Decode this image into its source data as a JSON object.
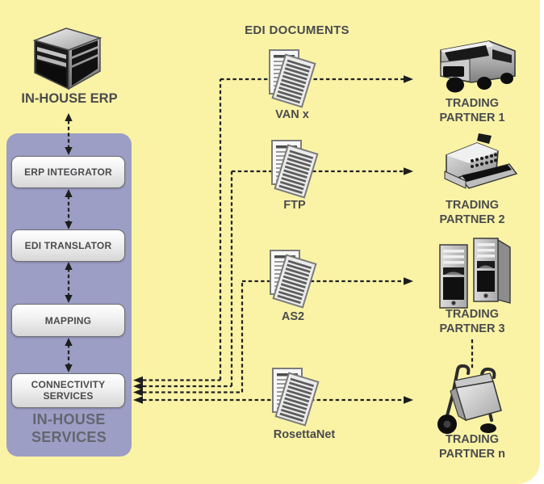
{
  "diagram": {
    "title": "EDI DOCUMENTS",
    "erp": {
      "label": "IN-HOUSE ERP",
      "icon": "office-building-icon"
    },
    "services_panel": {
      "label_line1": "IN-HOUSE",
      "label_line2": "SERVICES",
      "boxes": [
        {
          "label": "ERP INTEGRATOR"
        },
        {
          "label": "EDI TRANSLATOR"
        },
        {
          "label": "MAPPING"
        },
        {
          "label_line1": "CONNECTIVITY",
          "label_line2": "SERVICES"
        }
      ]
    },
    "documents": [
      {
        "label": "VAN x",
        "icon": "edi-documents-stack-icon"
      },
      {
        "label": "FTP",
        "icon": "edi-documents-stack-icon"
      },
      {
        "label": "AS2",
        "icon": "edi-documents-stack-icon"
      },
      {
        "label": "RosettaNet",
        "icon": "edi-documents-stack-icon"
      }
    ],
    "partners": [
      {
        "line1": "TRADING",
        "line2": "PARTNER 1",
        "icon": "delivery-truck-icon"
      },
      {
        "line1": "TRADING",
        "line2": "PARTNER 2",
        "icon": "cash-register-icon"
      },
      {
        "line1": "TRADING",
        "line2": "PARTNER 3",
        "icon": "server-towers-icon"
      },
      {
        "line1": "TRADING",
        "line2": "PARTNER n",
        "icon": "hand-truck-icon"
      }
    ],
    "colors": {
      "background": "#FAF3A6",
      "panel": "#9D9EC5",
      "line": "#232323",
      "text": "#4A4B4D",
      "panel_text": "#64656F"
    }
  }
}
